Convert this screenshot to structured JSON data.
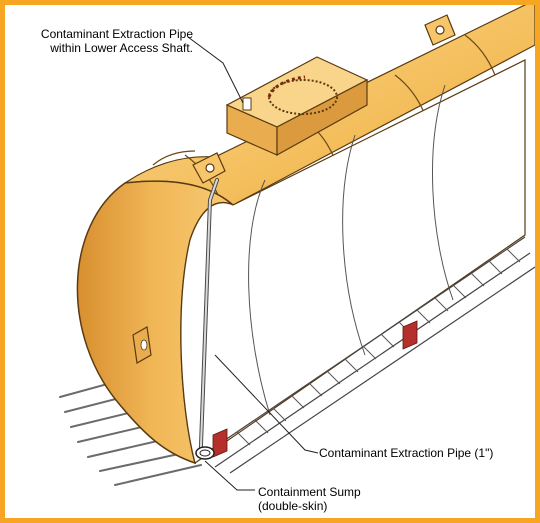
{
  "colors": {
    "frame_border": "#f6a623",
    "tank_shell": "#f7c66b",
    "tank_shade": "#e0a04a",
    "tank_outline": "#5a3a10",
    "interior": "#ffffff",
    "support_red": "#b5302a"
  },
  "labels": {
    "top_line1": "Contaminant Extraction Pipe",
    "top_line2": "within Lower Access Shaft.",
    "pipe": "Contaminant Extraction Pipe (1\")",
    "sump_line1": "Containment Sump",
    "sump_line2": "(double-skin)"
  }
}
